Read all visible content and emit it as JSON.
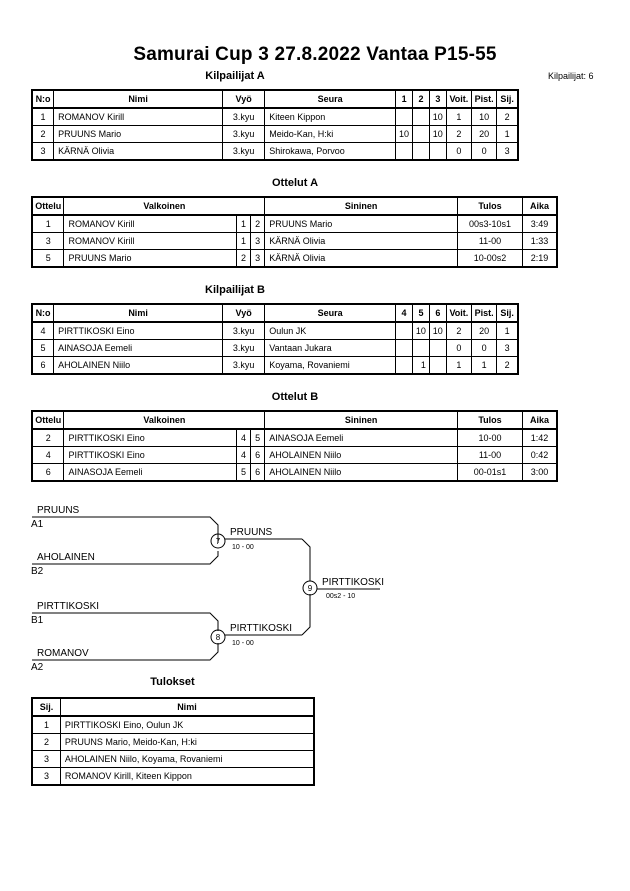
{
  "header": {
    "title": "Samurai Cup 3  27.8.2022  Vantaa   P15-55",
    "competitors_count": "Kilpailijat: 6"
  },
  "poolA": {
    "title": "Kilpailijat A",
    "headers": {
      "no": "N:o",
      "name": "Nimi",
      "belt": "Vyö",
      "club": "Seura",
      "m1": "1",
      "m2": "2",
      "m3": "3",
      "wins": "Voit.",
      "points": "Pist.",
      "place": "Sij."
    },
    "rows": [
      {
        "no": "1",
        "name": "ROMANOV Kirill",
        "belt": "3.kyu",
        "club": "Kiteen Kippon",
        "m1": "",
        "m2": "",
        "m3": "10",
        "wins": "1",
        "points": "10",
        "place": "2"
      },
      {
        "no": "2",
        "name": "PRUUNS Mario",
        "belt": "3.kyu",
        "club": "Meido-Kan, H:ki",
        "m1": "10",
        "m2": "",
        "m3": "10",
        "wins": "2",
        "points": "20",
        "place": "1"
      },
      {
        "no": "3",
        "name": "KÄRNÄ Olivia",
        "belt": "3.kyu",
        "club": "Shirokawa, Porvoo",
        "m1": "",
        "m2": "",
        "m3": "",
        "wins": "0",
        "points": "0",
        "place": "3"
      }
    ]
  },
  "matchesA": {
    "title": "Ottelut A",
    "headers": {
      "match": "Ottelu",
      "white": "Valkoinen",
      "blue": "Sininen",
      "result": "Tulos",
      "time": "Aika"
    },
    "rows": [
      {
        "match": "1",
        "white": "ROMANOV Kirill",
        "wn": "1",
        "bn": "2",
        "blue": "PRUUNS Mario",
        "result": "00s3-10s1",
        "time": "3:49"
      },
      {
        "match": "3",
        "white": "ROMANOV Kirill",
        "wn": "1",
        "bn": "3",
        "blue": "KÄRNÄ Olivia",
        "result": "11-00",
        "time": "1:33"
      },
      {
        "match": "5",
        "white": "PRUUNS Mario",
        "wn": "2",
        "bn": "3",
        "blue": "KÄRNÄ Olivia",
        "result": "10-00s2",
        "time": "2:19"
      }
    ]
  },
  "poolB": {
    "title": "Kilpailijat B",
    "headers": {
      "no": "N:o",
      "name": "Nimi",
      "belt": "Vyö",
      "club": "Seura",
      "m1": "4",
      "m2": "5",
      "m3": "6",
      "wins": "Voit.",
      "points": "Pist.",
      "place": "Sij."
    },
    "rows": [
      {
        "no": "4",
        "name": "PIRTTIKOSKI Eino",
        "belt": "3.kyu",
        "club": "Oulun JK",
        "m1": "",
        "m2": "10",
        "m3": "10",
        "wins": "2",
        "points": "20",
        "place": "1"
      },
      {
        "no": "5",
        "name": "AINASOJA Eemeli",
        "belt": "3.kyu",
        "club": "Vantaan Jukara",
        "m1": "",
        "m2": "",
        "m3": "",
        "wins": "0",
        "points": "0",
        "place": "3"
      },
      {
        "no": "6",
        "name": "AHOLAINEN Niilo",
        "belt": "3.kyu",
        "club": "Koyama, Rovaniemi",
        "m1": "",
        "m2": "1",
        "m3": "",
        "wins": "1",
        "points": "1",
        "place": "2"
      }
    ]
  },
  "matchesB": {
    "title": "Ottelut B",
    "headers": {
      "match": "Ottelu",
      "white": "Valkoinen",
      "blue": "Sininen",
      "result": "Tulos",
      "time": "Aika"
    },
    "rows": [
      {
        "match": "2",
        "white": "PIRTTIKOSKI Eino",
        "wn": "4",
        "bn": "5",
        "blue": "AINASOJA Eemeli",
        "result": "10-00",
        "time": "1:42"
      },
      {
        "match": "4",
        "white": "PIRTTIKOSKI Eino",
        "wn": "4",
        "bn": "6",
        "blue": "AHOLAINEN Niilo",
        "result": "11-00",
        "time": "0:42"
      },
      {
        "match": "6",
        "white": "AINASOJA Eemeli",
        "wn": "5",
        "bn": "6",
        "blue": "AHOLAINEN Niilo",
        "result": "00-01s1",
        "time": "3:00"
      }
    ]
  },
  "bracket": {
    "semi1": {
      "top_name": "PRUUNS",
      "top_seed": "A1",
      "bottom_name": "AHOLAINEN",
      "bottom_seed": "B2",
      "match_no": "7",
      "winner": "PRUUNS",
      "score": "10 - 00"
    },
    "semi2": {
      "top_name": "PIRTTIKOSKI",
      "top_seed": "B1",
      "bottom_name": "ROMANOV",
      "bottom_seed": "A2",
      "match_no": "8",
      "winner": "PIRTTIKOSKI",
      "score": "10 - 00"
    },
    "final": {
      "match_no": "9",
      "winner": "PIRTTIKOSKI",
      "score": "00s2 - 10"
    }
  },
  "results": {
    "title": "Tulokset",
    "headers": {
      "place": "Sij.",
      "name": "Nimi"
    },
    "rows": [
      {
        "place": "1",
        "name": "PIRTTIKOSKI Eino, Oulun JK"
      },
      {
        "place": "2",
        "name": "PRUUNS Mario, Meido-Kan, H:ki"
      },
      {
        "place": "3",
        "name": "AHOLAINEN Niilo, Koyama, Rovaniemi"
      },
      {
        "place": "3",
        "name": "ROMANOV Kirill, Kiteen Kippon"
      }
    ]
  }
}
